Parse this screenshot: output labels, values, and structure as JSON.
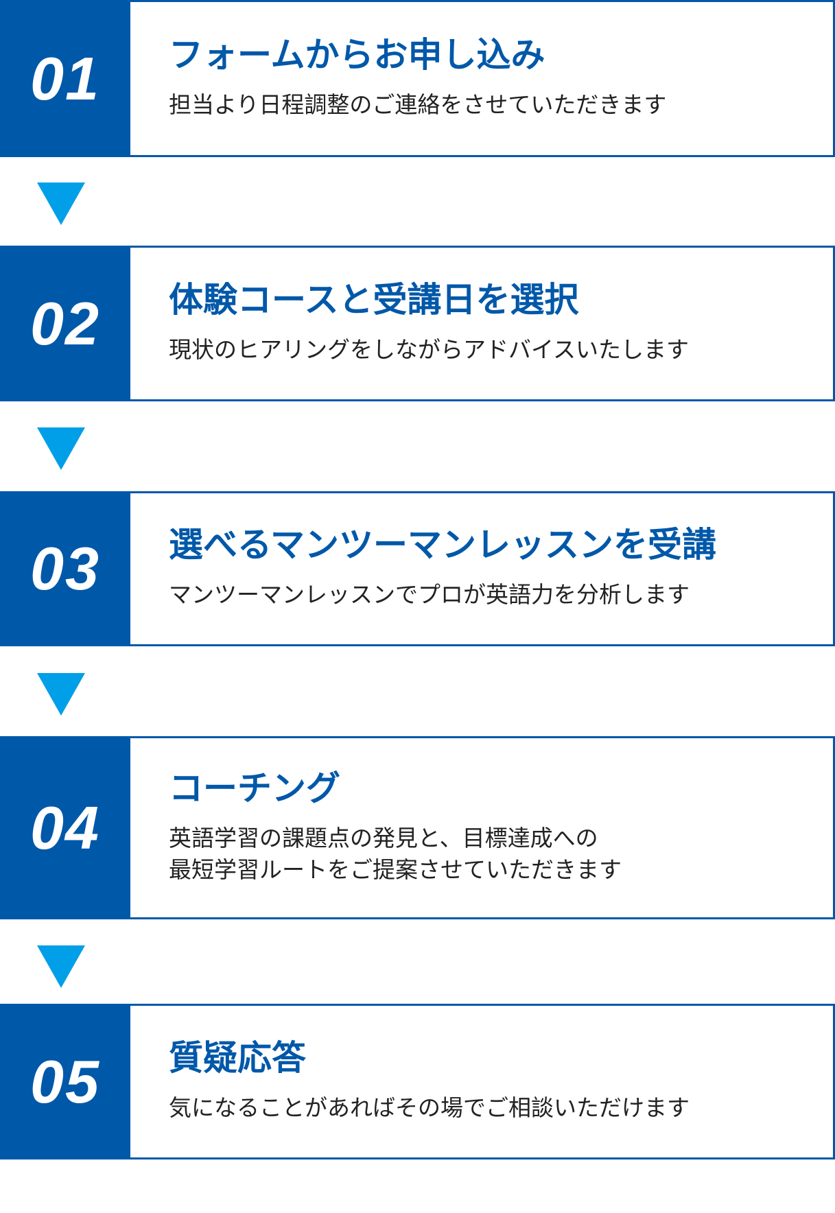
{
  "steps": [
    {
      "number": "01",
      "title": "フォームからお申し込み",
      "description": "担当より日程調整のご連絡をさせていただきます"
    },
    {
      "number": "02",
      "title": "体験コースと受講日を選択",
      "description": "現状のヒアリングをしながらアドバイスいたします"
    },
    {
      "number": "03",
      "title": "選べるマンツーマンレッスンを受講",
      "description": "マンツーマンレッスンでプロが英語力を分析します"
    },
    {
      "number": "04",
      "title": "コーチング",
      "description": "英語学習の課題点の発見と、目標達成への\n最短学習ルートをご提案させていただきます"
    },
    {
      "number": "05",
      "title": "質疑応答",
      "description": "気になることがあればその場でご相談いただけます"
    }
  ],
  "colors": {
    "primary": "#0058a9",
    "arrow": "#009fe8",
    "text": "#222222"
  }
}
